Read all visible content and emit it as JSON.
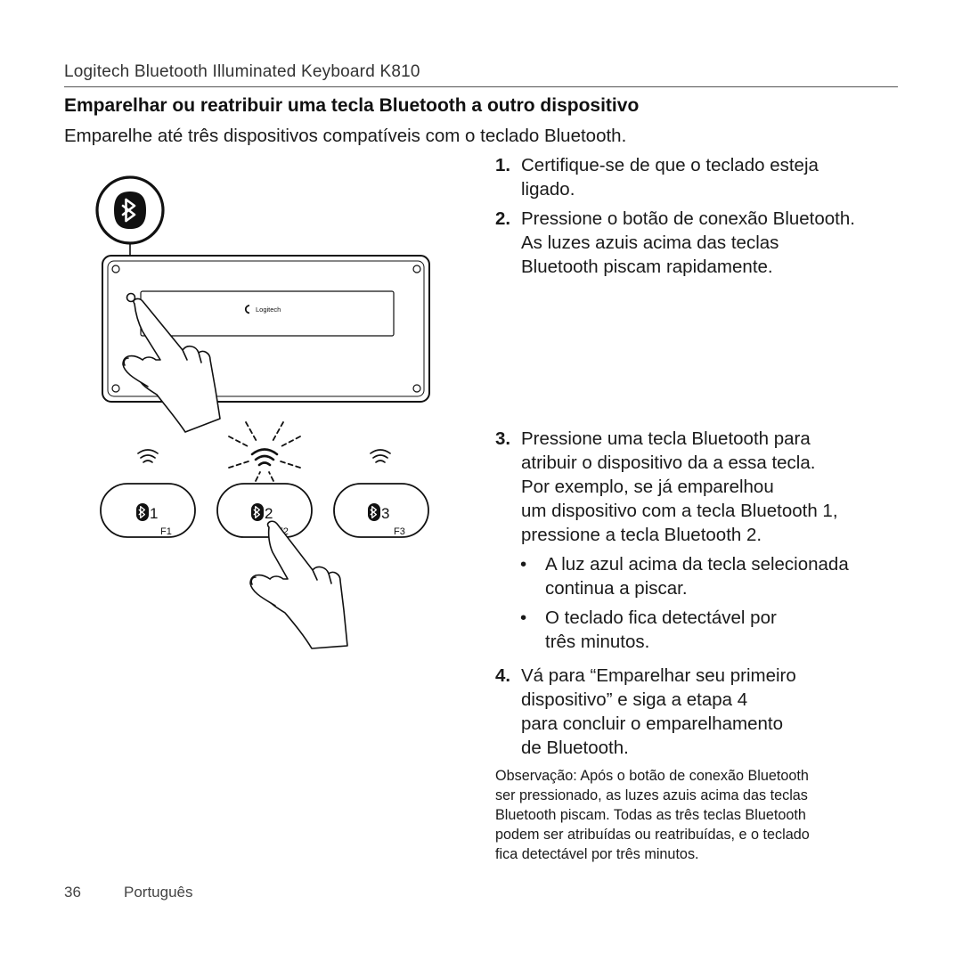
{
  "header": {
    "title": "Logitech Bluetooth Illuminated Keyboard K810"
  },
  "section": {
    "title": "Emparelhar ou reatribuir uma tecla Bluetooth a outro dispositivo",
    "intro": "Emparelhe até três dispositivos compatíveis com o teclado Bluetooth."
  },
  "steps": [
    {
      "number": "1.",
      "lines": [
        "Certifique-se de que o teclado esteja",
        "ligado."
      ]
    },
    {
      "number": "2.",
      "lines": [
        "Pressione o botão de conexão Bluetooth.",
        "As luzes azuis acima das teclas",
        "Bluetooth piscam rapidamente."
      ]
    },
    {
      "number": "3.",
      "lines": [
        "Pressione uma tecla Bluetooth para",
        "atribuir o dispositivo da a essa tecla.",
        "Por exemplo, se já emparelhou",
        "um dispositivo com a tecla Bluetooth 1,",
        "pressione a tecla Bluetooth 2."
      ]
    },
    {
      "number": "4.",
      "lines": [
        "Vá para “Emparelhar seu primeiro",
        "dispositivo” e siga a etapa 4",
        "para concluir o emparelhamento",
        "de Bluetooth."
      ]
    }
  ],
  "bullets": [
    {
      "symbol": "•",
      "lines": [
        "A luz azul acima da tecla selecionada",
        "continua a piscar."
      ]
    },
    {
      "symbol": "•",
      "lines": [
        "O teclado fica detectável por",
        "três minutos."
      ]
    }
  ],
  "note": {
    "lines": [
      "Observação: Após o botão de conexão Bluetooth",
      "ser pressionado, as luzes azuis acima das teclas",
      "Bluetooth piscam. Todas as três teclas Bluetooth",
      "podem ser atribuídas ou reatribuídas, e o teclado",
      "fica detectável por três minutos."
    ]
  },
  "illustration": {
    "keyboard_logo": "Logitech",
    "keys": [
      {
        "number": "1",
        "fn": "F1"
      },
      {
        "number": "2",
        "fn": "F2"
      },
      {
        "number": "3",
        "fn": "F3"
      }
    ],
    "icons": [
      "bluetooth-icon",
      "wifi-signal-icon",
      "hand-pointer-icon"
    ]
  },
  "footer": {
    "page": "36",
    "language": "Português"
  }
}
